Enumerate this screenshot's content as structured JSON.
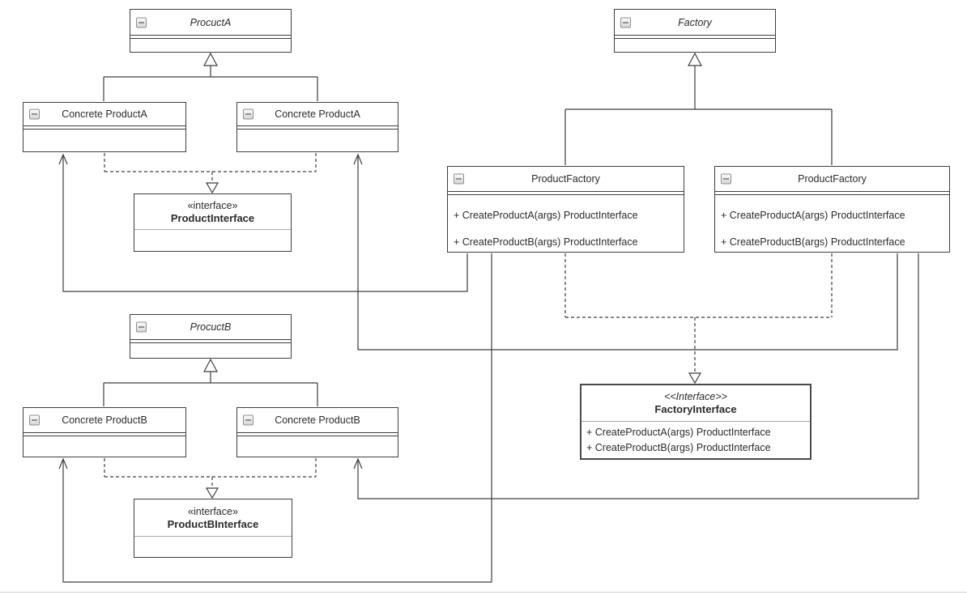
{
  "colors": {
    "box_border": "#3f3f3f",
    "connector": "#3d3d3d",
    "interface_divider": "#a9a9a9",
    "text": "#2b2b2b"
  },
  "icons": {
    "collapse": "minus-square"
  },
  "classes": {
    "product_a": {
      "title": "ProcuctA"
    },
    "concrete_product_a_left": {
      "title": "Concrete ProductA"
    },
    "concrete_product_a_right": {
      "title": "Concrete ProductA"
    },
    "product_interface": {
      "stereotype": "«interface»",
      "name": "ProductInterface"
    },
    "product_b": {
      "title": "ProcuctB"
    },
    "concrete_product_b_left": {
      "title": "Concrete ProductB"
    },
    "concrete_product_b_right": {
      "title": "Concrete ProductB"
    },
    "product_b_interface": {
      "stereotype": "«interface»",
      "name": "ProductBInterface"
    },
    "factory": {
      "title": "Factory"
    },
    "product_factory_left": {
      "title": "ProductFactory",
      "methods": [
        "+ CreateProductA(args) ProductInterface",
        "+ CreateProductB(args) ProductInterface"
      ]
    },
    "product_factory_right": {
      "title": "ProductFactory",
      "methods": [
        "+ CreateProductA(args) ProductInterface",
        "+ CreateProductB(args) ProductInterface"
      ]
    },
    "factory_interface": {
      "stereotype": "<<Interface>>",
      "name": "FactoryInterface",
      "methods": [
        "+ CreateProductA(args) ProductInterface",
        "+ CreateProductB(args) ProductInterface"
      ]
    }
  }
}
